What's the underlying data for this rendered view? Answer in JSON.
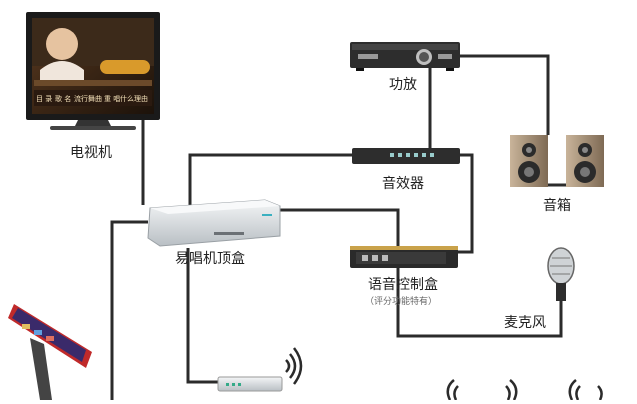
{
  "labels": {
    "tv": "电视机",
    "amplifier": "功放",
    "effects": "音效器",
    "speakers": "音箱",
    "settop": "易唱机顶盒",
    "voice_control": "语音控制盒",
    "voice_control_note": "（评分功能特有）",
    "microphone": "麦克风"
  },
  "tv_screen": {
    "menu": [
      "目  录",
      "歌  名",
      "流行舞曲",
      "重  唱",
      "什么理由"
    ]
  },
  "colors": {
    "line": "#2b2b2b",
    "tv_bezel": "#1a1a1a",
    "screen_bg": "#2a1a10",
    "screen_banner": "#d99a2b",
    "box_silver": "#dfe3e6",
    "box_dark": "#2d2d2d",
    "touch_frame": "#c02a2a"
  }
}
